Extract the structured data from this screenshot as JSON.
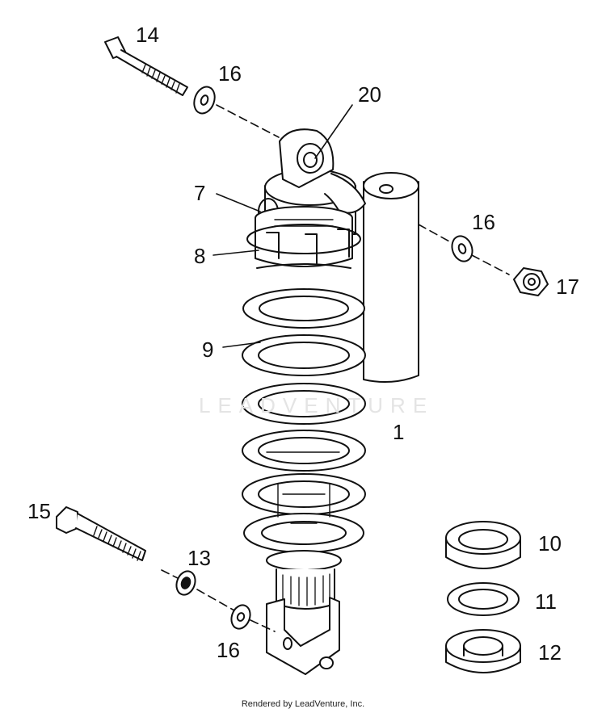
{
  "callouts": {
    "c1": "1",
    "c7": "7",
    "c8": "8",
    "c9": "9",
    "c10": "10",
    "c11": "11",
    "c12": "12",
    "c13": "13",
    "c14": "14",
    "c15": "15",
    "c16a": "16",
    "c16b": "16",
    "c16c": "16",
    "c17": "17",
    "c20": "20"
  },
  "watermark": "LEADVENTURE",
  "footer": "Rendered by LeadVenture, Inc."
}
